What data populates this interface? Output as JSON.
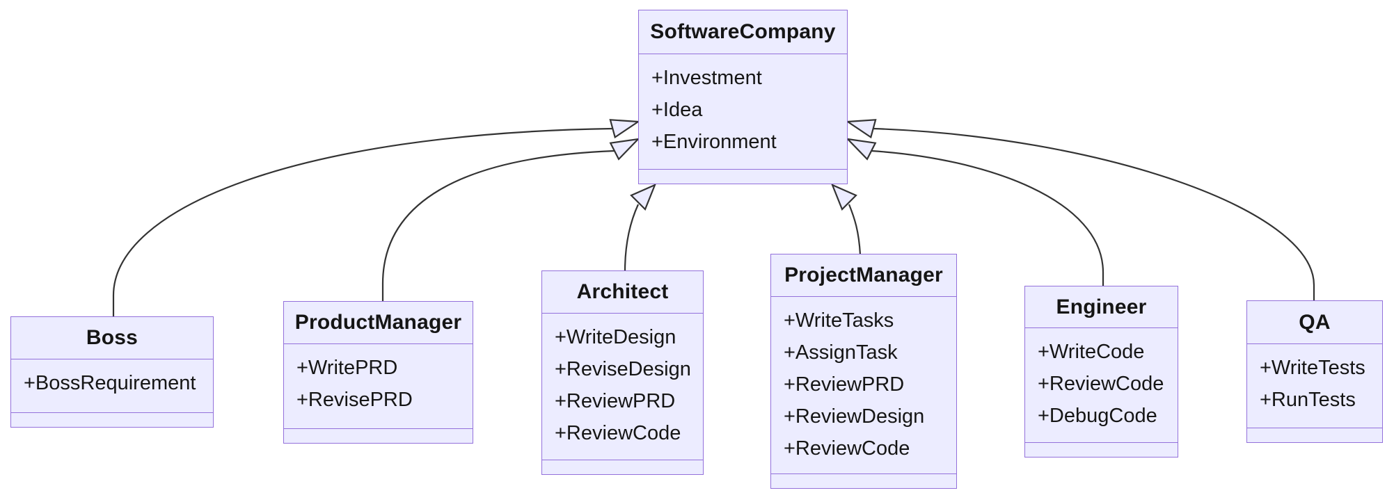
{
  "diagram": {
    "type": "uml-class-diagram",
    "colors": {
      "class_fill": "#ECECFF",
      "class_border": "#9370DB",
      "edge_line": "#333333",
      "text": "#151515",
      "background": "#ffffff"
    },
    "classes": [
      {
        "id": "software-company",
        "name": "SoftwareCompany",
        "attributes": [
          "+Investment",
          "+Idea",
          "+Environment"
        ],
        "methods": []
      },
      {
        "id": "boss",
        "name": "Boss",
        "attributes": [
          "+BossRequirement"
        ],
        "methods": []
      },
      {
        "id": "product-manager",
        "name": "ProductManager",
        "attributes": [
          "+WritePRD",
          "+RevisePRD"
        ],
        "methods": []
      },
      {
        "id": "architect",
        "name": "Architect",
        "attributes": [
          "+WriteDesign",
          "+ReviseDesign",
          "+ReviewPRD",
          "+ReviewCode"
        ],
        "methods": []
      },
      {
        "id": "project-manager",
        "name": "ProjectManager",
        "attributes": [
          "+WriteTasks",
          "+AssignTask",
          "+ReviewPRD",
          "+ReviewDesign",
          "+ReviewCode"
        ],
        "methods": []
      },
      {
        "id": "engineer",
        "name": "Engineer",
        "attributes": [
          "+WriteCode",
          "+ReviewCode",
          "+DebugCode"
        ],
        "methods": []
      },
      {
        "id": "qa",
        "name": "QA",
        "attributes": [
          "+WriteTests",
          "+RunTests"
        ],
        "methods": []
      }
    ],
    "relationships": [
      {
        "from": "Boss",
        "to": "SoftwareCompany",
        "type": "inheritance"
      },
      {
        "from": "ProductManager",
        "to": "SoftwareCompany",
        "type": "inheritance"
      },
      {
        "from": "Architect",
        "to": "SoftwareCompany",
        "type": "inheritance"
      },
      {
        "from": "ProjectManager",
        "to": "SoftwareCompany",
        "type": "inheritance"
      },
      {
        "from": "Engineer",
        "to": "SoftwareCompany",
        "type": "inheritance"
      },
      {
        "from": "QA",
        "to": "SoftwareCompany",
        "type": "inheritance"
      }
    ]
  }
}
